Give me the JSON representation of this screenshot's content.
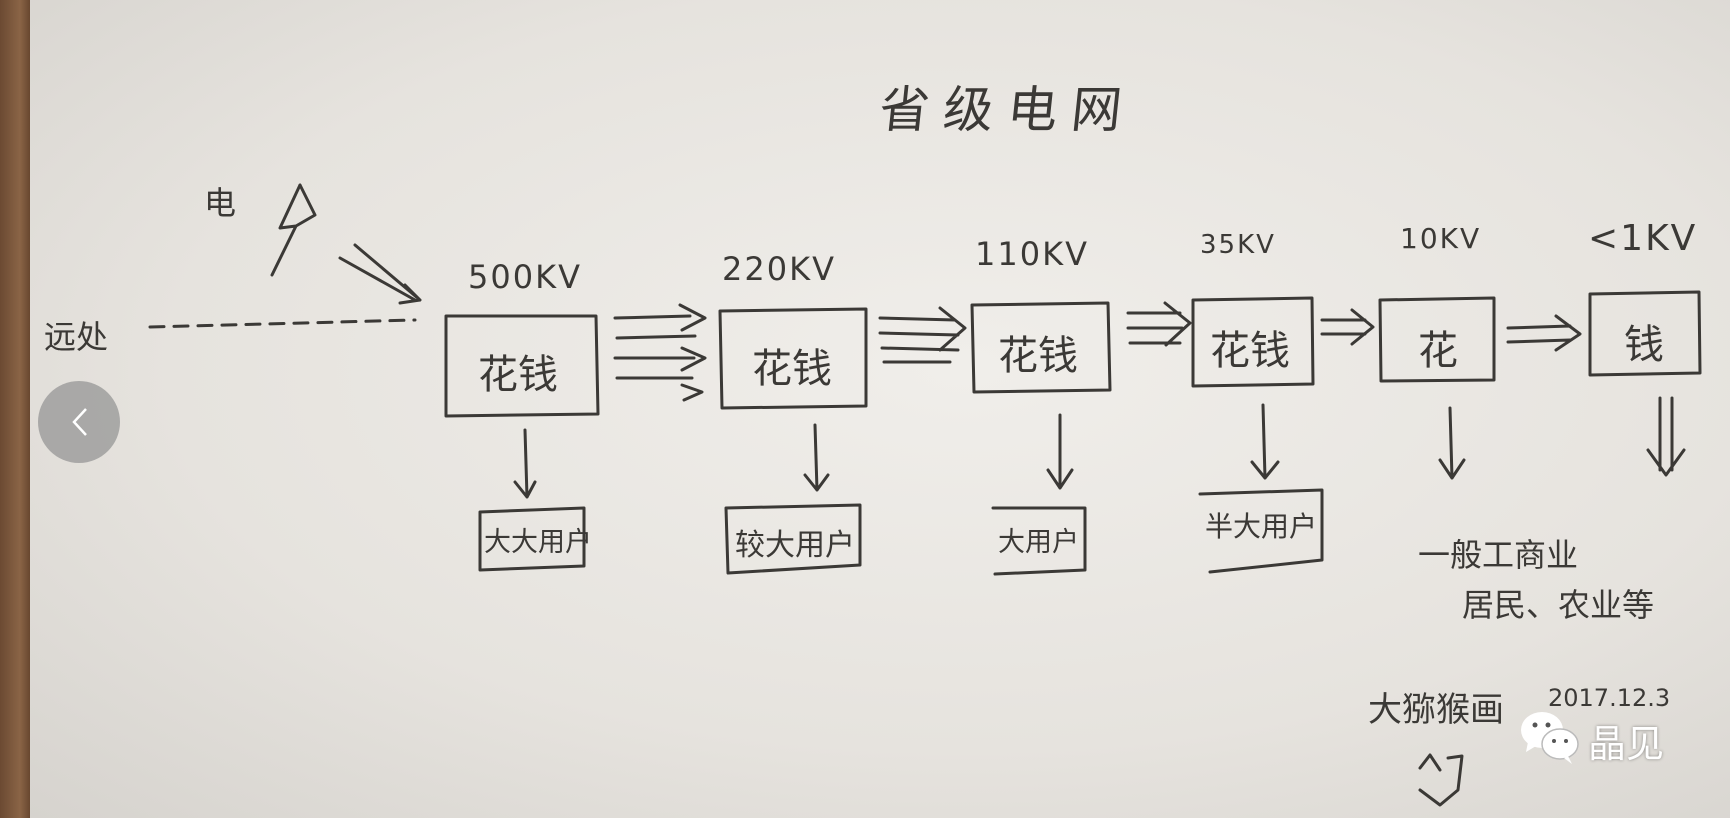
{
  "title": "省级电网",
  "source": {
    "power_label": "电",
    "far_label": "远处"
  },
  "stages": [
    {
      "voltage": "500KV",
      "box": "花钱",
      "user": "大大用户"
    },
    {
      "voltage": "220KV",
      "box": "花钱",
      "user": "较大用户"
    },
    {
      "voltage": "110KV",
      "box": "花钱",
      "user": "大用户"
    },
    {
      "voltage": "35KV",
      "box": "花钱",
      "user": "半大用户"
    },
    {
      "voltage": "10KV",
      "box": "花",
      "user": "一般工商业"
    },
    {
      "voltage": "<1KV",
      "box": "钱",
      "user": "居民、农业等"
    }
  ],
  "signature": {
    "author": "大猕猴画",
    "date": "2017.12.3"
  },
  "watermark": {
    "text": "晶见",
    "icon": "wechat-icon"
  },
  "nav": {
    "back_icon": "chevron-left-icon"
  },
  "colors": {
    "ink": "#3b3936",
    "paper": "#e6e3de",
    "wood": "#6b4a32"
  }
}
